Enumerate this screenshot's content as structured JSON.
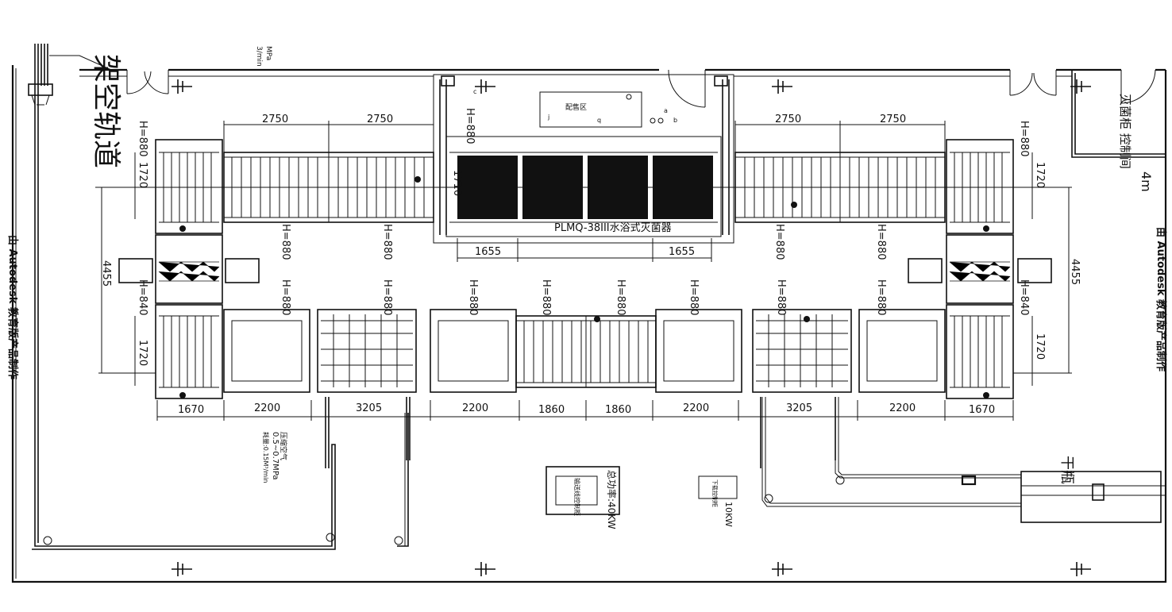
{
  "texts": {
    "overhead_track": "架空轨道",
    "pressure_top": "MPa",
    "flow_top": "3/min",
    "storage_area": "配售区",
    "sterilizer_label": "PLMQ-38III水浴式灭菌器",
    "ctrl_room": "灭菌柜 控制间",
    "four_m": "4m",
    "watermark": "由 Autodesk 教育版产品制作",
    "compressed_air_1": "压缩空气",
    "compressed_air_2": "0.5~0.7MPa",
    "compressed_air_3": "耗量:0.15M³/min",
    "power_total": "总功率:40KW",
    "cabinet_main": "输送线控制柜",
    "power_10": "10KW",
    "cabinet_small": "下载控制柜",
    "dry_bottle": "干瓶",
    "mark_a": "a",
    "mark_b": "b",
    "mark_c": "c",
    "mark_j": "j",
    "mark_q": "q"
  },
  "dimensions": {
    "top_left_1": "2750",
    "top_left_2": "2750",
    "top_right_1": "2750",
    "top_right_2": "2750",
    "h880": "H=880",
    "h840": "H=840",
    "w1720": "1720",
    "w4455": "4455",
    "w1655": "1655",
    "w1710": "1710",
    "b1670": "1670",
    "b2200": "2200",
    "b3205": "3205",
    "b1860": "1860"
  }
}
